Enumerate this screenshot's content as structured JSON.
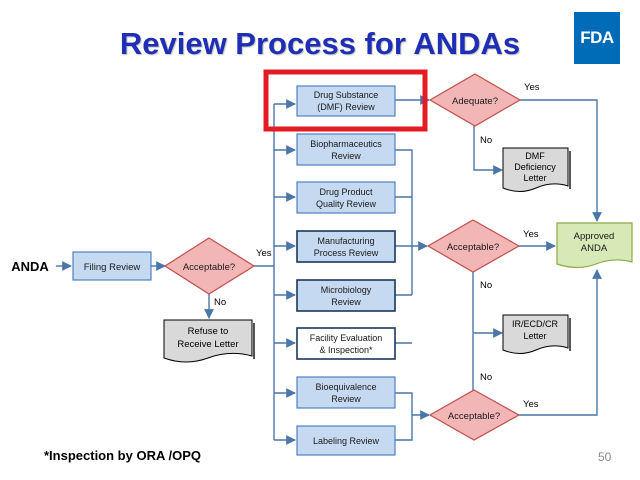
{
  "title": "Review Process for ANDAs",
  "logo_text": "FDA",
  "footnote": "*Inspection by ORA /OPQ",
  "page_number": "50",
  "colors": {
    "title": "#1f2fb5",
    "box_fill": "#c5d9f1",
    "box_stroke": "#4f81bd",
    "diamond_fill": "#f2b6b6",
    "diamond_stroke": "#c0504d",
    "doc_fill": "#d9d9d9",
    "approved_fill": "#d7e9b6",
    "highlight": "#e31b23",
    "arrow": "#4a76a8",
    "logo": "#006cb8"
  },
  "nodes": {
    "start": "ANDA",
    "filing_review": "Filing Review",
    "acceptable_1": "Acceptable?",
    "refuse_letter": [
      "Refuse to",
      "Receive Letter"
    ],
    "drug_substance": [
      "Drug Substance",
      "(DMF) Review"
    ],
    "biopharmaceutics": [
      "Biopharmaceutics",
      "Review"
    ],
    "drug_product": [
      "Drug Product",
      "Quality Review"
    ],
    "manufacturing": [
      "Manufacturing",
      "Process Review"
    ],
    "microbiology": [
      "Microbiology",
      "Review"
    ],
    "facility": [
      "Facility Evaluation",
      "& Inspection*"
    ],
    "bioequivalence": [
      "Bioequivalence",
      "Review"
    ],
    "labeling": "Labeling Review",
    "adequate": "Adequate?",
    "acceptable_2": "Acceptable?",
    "acceptable_3": "Acceptable?",
    "dmf_letter": [
      "DMF",
      "Deficiency",
      "Letter"
    ],
    "ir_letter": [
      "IR/ECD/CR",
      "Letter"
    ],
    "approved": [
      "Approved",
      "ANDA"
    ]
  },
  "labels": {
    "yes": "Yes",
    "no": "No"
  }
}
